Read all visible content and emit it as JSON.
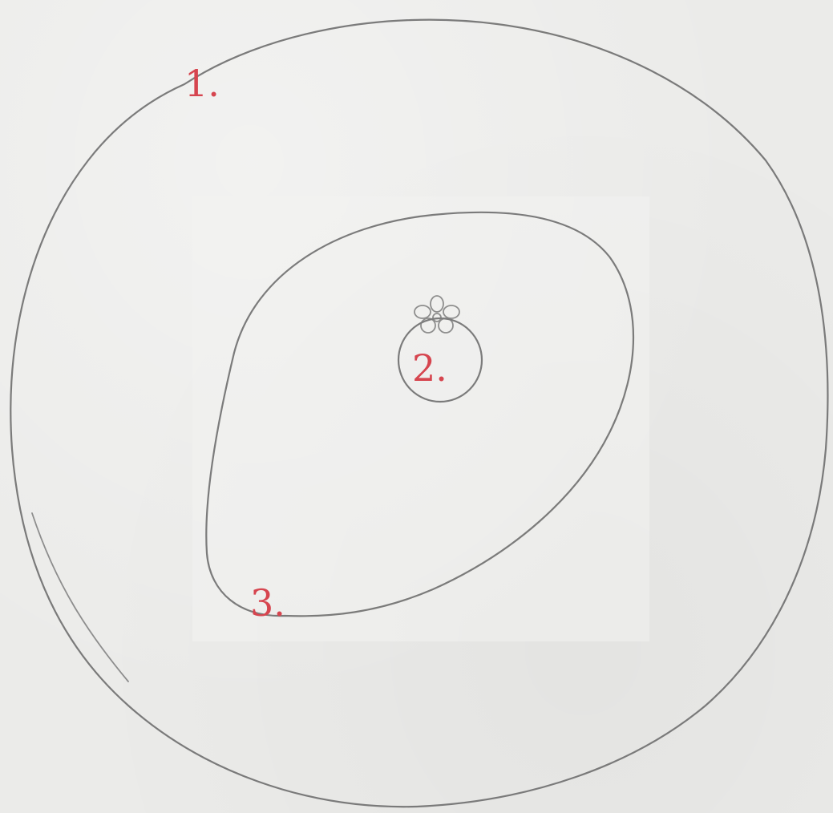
{
  "diagram": {
    "labels": {
      "outer": "1.",
      "center": "2.",
      "middle": "3."
    },
    "colors": {
      "label": "#d6454f",
      "pencil": "#6e6e6e",
      "paper": "#ebebe9"
    },
    "icons": {
      "flower": "flower-icon"
    }
  }
}
